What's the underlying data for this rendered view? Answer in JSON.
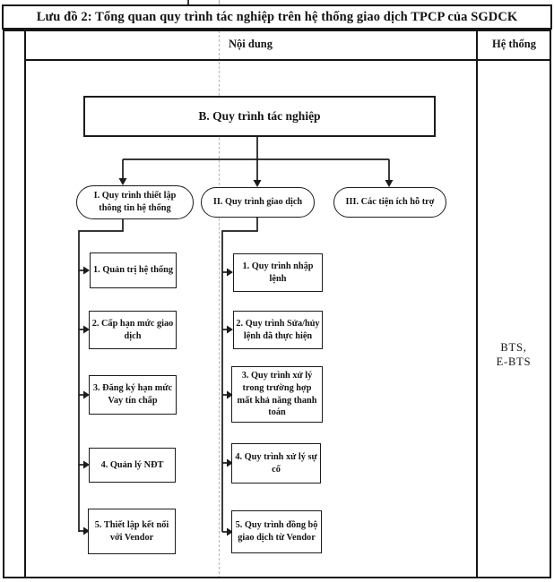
{
  "figure": {
    "title": "Lưu đồ 2: Tổng quan quy trình tác nghiệp trên hệ thống giao dịch TPCP của SGDCK",
    "content_column_header": "Nội dung",
    "system_column_header": "Hệ thống",
    "system_value": "BTS,\nE-BTS",
    "line_color": "#1b1b1b"
  },
  "flow": {
    "root_label": "B. Quy trình tác nghiệp",
    "branches": [
      {
        "label": "I. Quy trình thiết lập\nthông tin hệ thống",
        "items": [
          {
            "label": "1. Quản trị hệ thống"
          },
          {
            "label": "2. Cấp hạn mức giao\ndịch"
          },
          {
            "label": "3. Đăng ký hạn mức\nVay tín chấp"
          },
          {
            "label": "4. Quản lý NĐT"
          },
          {
            "label": "5. Thiết lập kết nối\nvới Vendor"
          }
        ]
      },
      {
        "label": "II. Quy trình giao dịch",
        "items": [
          {
            "label": "1. Quy trình nhập\nlệnh"
          },
          {
            "label": "2. Quy trình Sửa/hủy\nlệnh đã thực hiện"
          },
          {
            "label": "3. Quy trình xử lý\ntrong trường hợp\nmất khả năng thanh\ntoán"
          },
          {
            "label": "4. Quy trình xử lý sự\ncố"
          },
          {
            "label": "5. Quy trình đồng bộ\ngiao dịch từ Vendor"
          }
        ]
      },
      {
        "label": "III. Các tiện ích hỗ trợ",
        "items": []
      }
    ]
  }
}
